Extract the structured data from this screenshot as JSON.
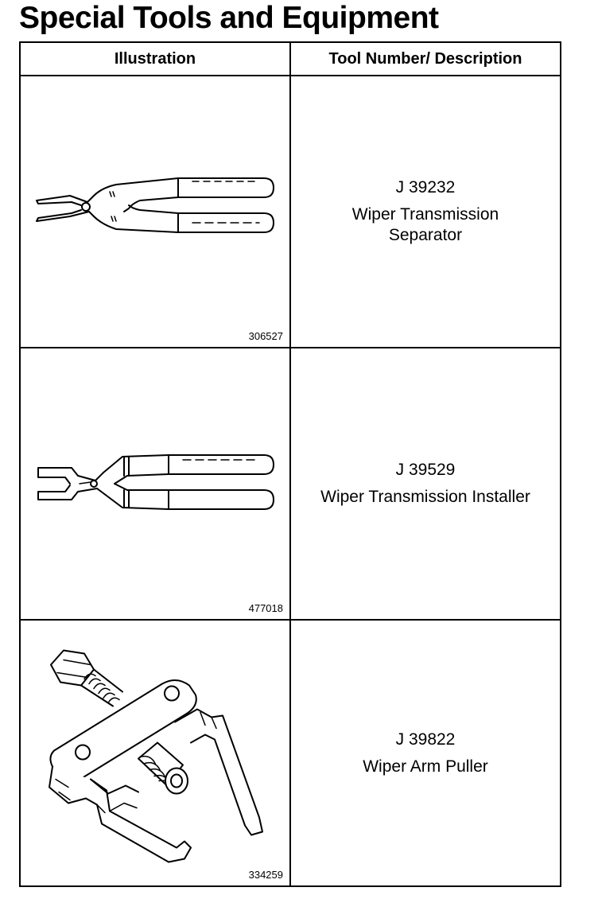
{
  "page": {
    "title": "Special Tools and Equipment"
  },
  "table": {
    "headers": {
      "illustration": "Illustration",
      "description": "Tool Number/ Description"
    },
    "rows": [
      {
        "figure_number": "306527",
        "tool_number": "J 39232",
        "description": "Wiper Transmission\nSeparator",
        "icon": "separator-pliers-icon"
      },
      {
        "figure_number": "477018",
        "tool_number": "J 39529",
        "description": "Wiper Transmission Installer",
        "icon": "installer-pliers-icon"
      },
      {
        "figure_number": "334259",
        "tool_number": "J 39822",
        "description": "Wiper Arm Puller",
        "icon": "arm-puller-icon"
      }
    ]
  },
  "colors": {
    "ink": "#000000",
    "paper": "#ffffff"
  }
}
